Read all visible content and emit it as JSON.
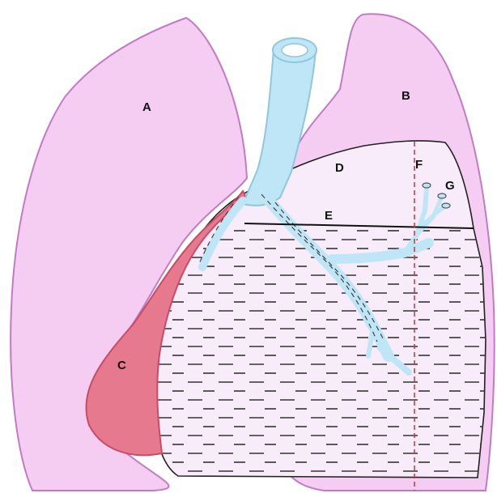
{
  "labels": {
    "a": "A",
    "b": "B",
    "c": "C",
    "d": "D",
    "e": "E",
    "f": "F",
    "g": "G"
  },
  "colors": {
    "lung_fill": "#f6cdf2",
    "lung_edge": "#c17bc4",
    "fluid_fill": "#f8ecfa",
    "fluid_edge": "#222222",
    "trachea": "#bfe6f6",
    "trachea_edge": "#8fc7dc",
    "heart": "#e7798f",
    "heart_edge": "#c84b67",
    "dashes": "#333333",
    "vertical_line": "#cc3333"
  },
  "icons": [
    "left-lung-illustration",
    "right-lung-illustration",
    "trachea-illustration",
    "heart-illustration",
    "pleural-effusion-region",
    "bronchial-tree-illustration"
  ]
}
